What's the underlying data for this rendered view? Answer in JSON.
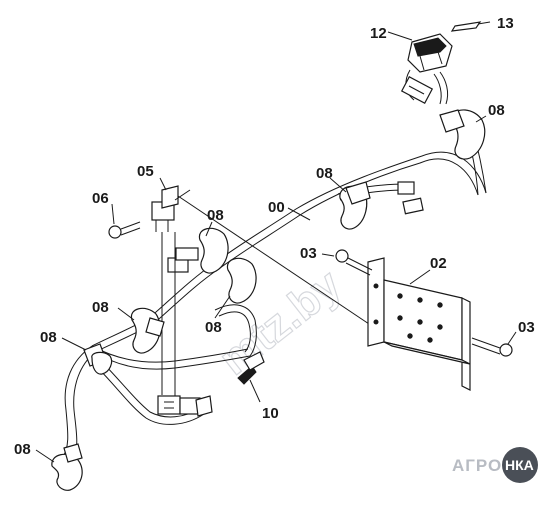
{
  "callouts": {
    "c00": "00",
    "c02": "02",
    "c03a": "03",
    "c03b": "03",
    "c05": "05",
    "c06": "06",
    "c08_top": "08",
    "c08_upper_right": "08",
    "c08_mid": "08",
    "c08_center": "08",
    "c08_left": "08",
    "c08_far_left": "08",
    "c08_bottom": "08",
    "c10": "10",
    "c12": "12",
    "c13": "13"
  },
  "watermark": {
    "text": "mtz.by"
  },
  "logo": {
    "left": "АГРО",
    "badge": "НКА"
  },
  "colors": {
    "ink": "#1a1a1a",
    "watermark": "#c9ccd2",
    "logo_grey": "#b8bcc3",
    "logo_dark": "#4a4f57"
  }
}
